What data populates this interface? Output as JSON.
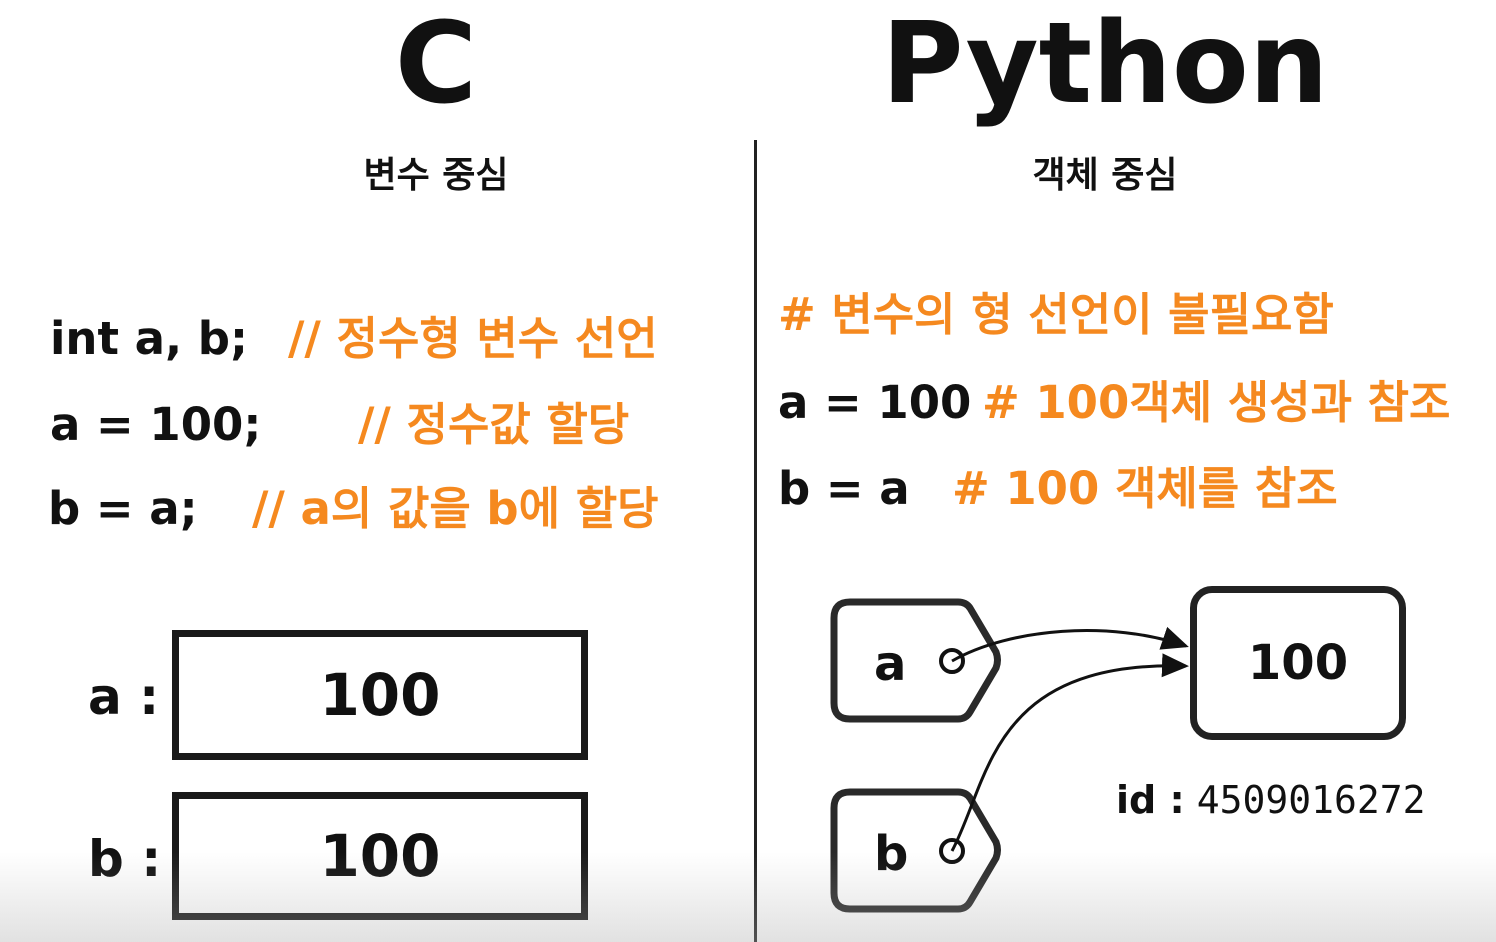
{
  "left": {
    "title": "C",
    "subtitle": "변수 중심",
    "code": [
      {
        "code": "int a, b;",
        "comment": "// 정수형 변수 선언"
      },
      {
        "code": "a = 100;",
        "comment": "// 정수값 할당"
      },
      {
        "code": "b = a;",
        "comment": "// a의 값을 b에 할당"
      }
    ],
    "boxes": [
      {
        "label": "a :",
        "value": "100"
      },
      {
        "label": "b :",
        "value": "100"
      }
    ]
  },
  "right": {
    "title": "Python",
    "subtitle": "객체 중심",
    "comment_top": "# 변수의 형 선언이 불필요함",
    "code": [
      {
        "code": "a = 100",
        "comment": "#  100객체 생성과 참조"
      },
      {
        "code": "b = a",
        "comment": "# 100 객체를 참조"
      }
    ],
    "tags": [
      "a",
      "b"
    ],
    "object_value": "100",
    "id_label": "id :",
    "id_value": "4509016272"
  },
  "colors": {
    "accent": "#f5891f",
    "text": "#111111"
  }
}
